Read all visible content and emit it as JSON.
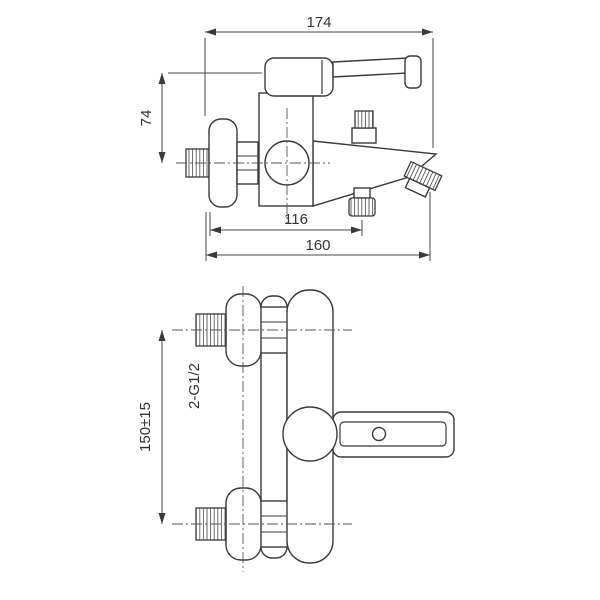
{
  "drawing": {
    "side_view": {
      "dim_overall_width": "174",
      "dim_height": "74",
      "dim_diverter_center": "116",
      "dim_spout_reach": "160"
    },
    "front_view": {
      "dim_inlet_spacing": "150±15",
      "thread_label": "2-G1/2"
    },
    "style": {
      "ink_color": "#3a3a3a",
      "background": "#ffffff"
    }
  }
}
